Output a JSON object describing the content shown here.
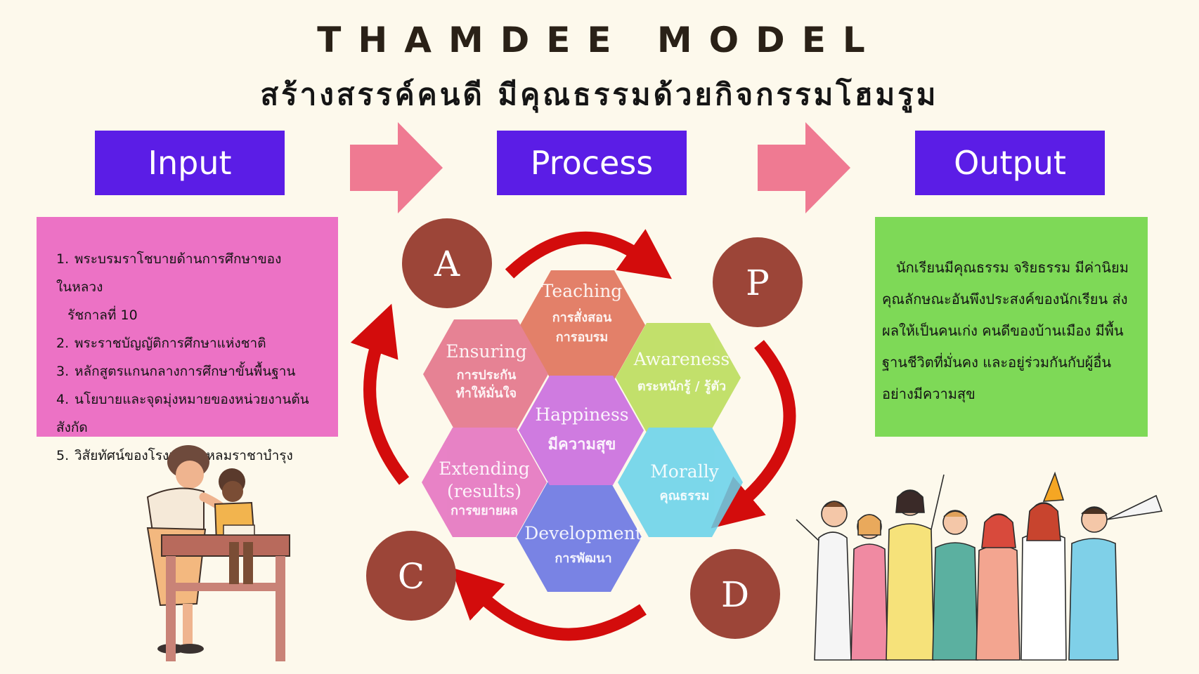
{
  "title": "THAMDEE MODEL",
  "subtitle": "สร้างสรรค์คนดี มีคุณธรรมด้วยกิจกรรมโฮมรูม",
  "stages": {
    "input": "Input",
    "process": "Process",
    "output": "Output"
  },
  "input_panel": {
    "items": [
      {
        "num": "1.",
        "text": "พระบรมราโชบายด้านการศึกษาของในหลวง",
        "cont": "รัชกาลที่ 10"
      },
      {
        "num": "2.",
        "text": "พระราชบัญญัติการศึกษาแห่งชาติ",
        "cont": ""
      },
      {
        "num": "3.",
        "text": "หลักสูตรแกนกลางการศึกษาขั้นพื้นฐาน",
        "cont": ""
      },
      {
        "num": "4.",
        "text": "นโยบายและจุดมุ่งหมายของหน่วยงานต้นสังกัด",
        "cont": ""
      },
      {
        "num": "5.",
        "text": "วิสัยทัศน์ของโรงเรียนแหลมราชาบำรุง",
        "cont": ""
      }
    ]
  },
  "output_panel": {
    "text": "นักเรียนมีคุณธรรม จริยธรรม มีค่านิยม คุณลักษณะอันพึงประสงค์ของนักเรียน ส่งผลให้เป็นคนเก่ง คนดีของบ้านเมือง มีพื้นฐานชีวิตที่มั่นคง และอยู่ร่วมกันกับผู้อื่นอย่างมีความสุข"
  },
  "cycle": {
    "phases": [
      "A",
      "P",
      "D",
      "C"
    ],
    "hexagons": {
      "teaching": {
        "en": "Teaching",
        "th1": "การสั่งสอน",
        "th2": "การอบรม"
      },
      "ensuring": {
        "en": "Ensuring",
        "th1": "การประกัน",
        "th2": "ทำให้มั่นใจ"
      },
      "awareness": {
        "en": "Awareness",
        "th1": "ตระหนักรู้ / รู้ตัว"
      },
      "happiness": {
        "en": "Happiness",
        "th1": "มีความสุข"
      },
      "extending": {
        "en1": "Extending",
        "en2": "(results)",
        "th1": "การขยายผล"
      },
      "morally": {
        "en": "Morally",
        "th1": "คุณธรรม"
      },
      "development": {
        "en": "Development",
        "th1": "การพัฒนา"
      }
    }
  },
  "colors": {
    "background": "#fdf9ec",
    "stage_box": "#5b1de6",
    "stage_arrow": "#ef7a92",
    "input_panel": "#ec72c5",
    "output_panel": "#7ed957",
    "circle": "#9c4538",
    "cycle_arrow": "#d30c0c",
    "hex_teaching": "#df6d54",
    "hex_ensuring": "#e36f86",
    "hex_awareness": "#b9dc57",
    "hex_happiness": "#c867df",
    "hex_extending": "#e46fbf",
    "hex_morally": "#66d2ea",
    "hex_development": "#6470e3"
  },
  "icons": {
    "stage_arrow": "right-arrow-icon",
    "cycle_arrow": "curved-arrow-icon",
    "teacher": "teacher-student-illustration",
    "crowd": "celebrating-people-illustration"
  }
}
